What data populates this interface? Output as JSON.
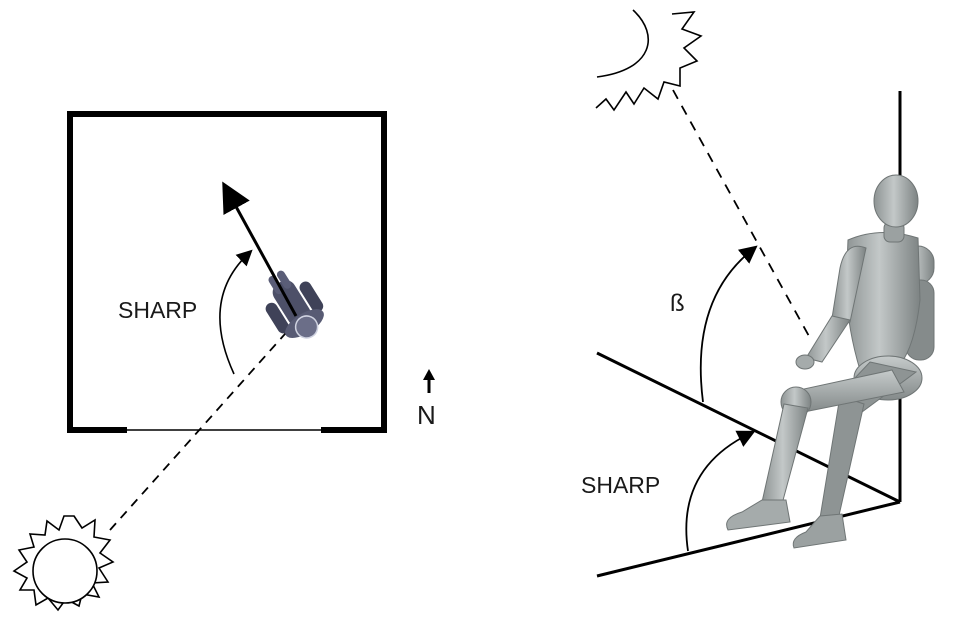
{
  "plan_view": {
    "angle_label": "SHARP",
    "north_label": "N"
  },
  "side_view": {
    "sun_angle_label": "ß",
    "angle_label": "SHARP"
  },
  "colors": {
    "line": "#000000",
    "person_top": "#4d5068",
    "mannequin": "#aeb3b3",
    "mannequin_shadow": "#7d8383"
  }
}
